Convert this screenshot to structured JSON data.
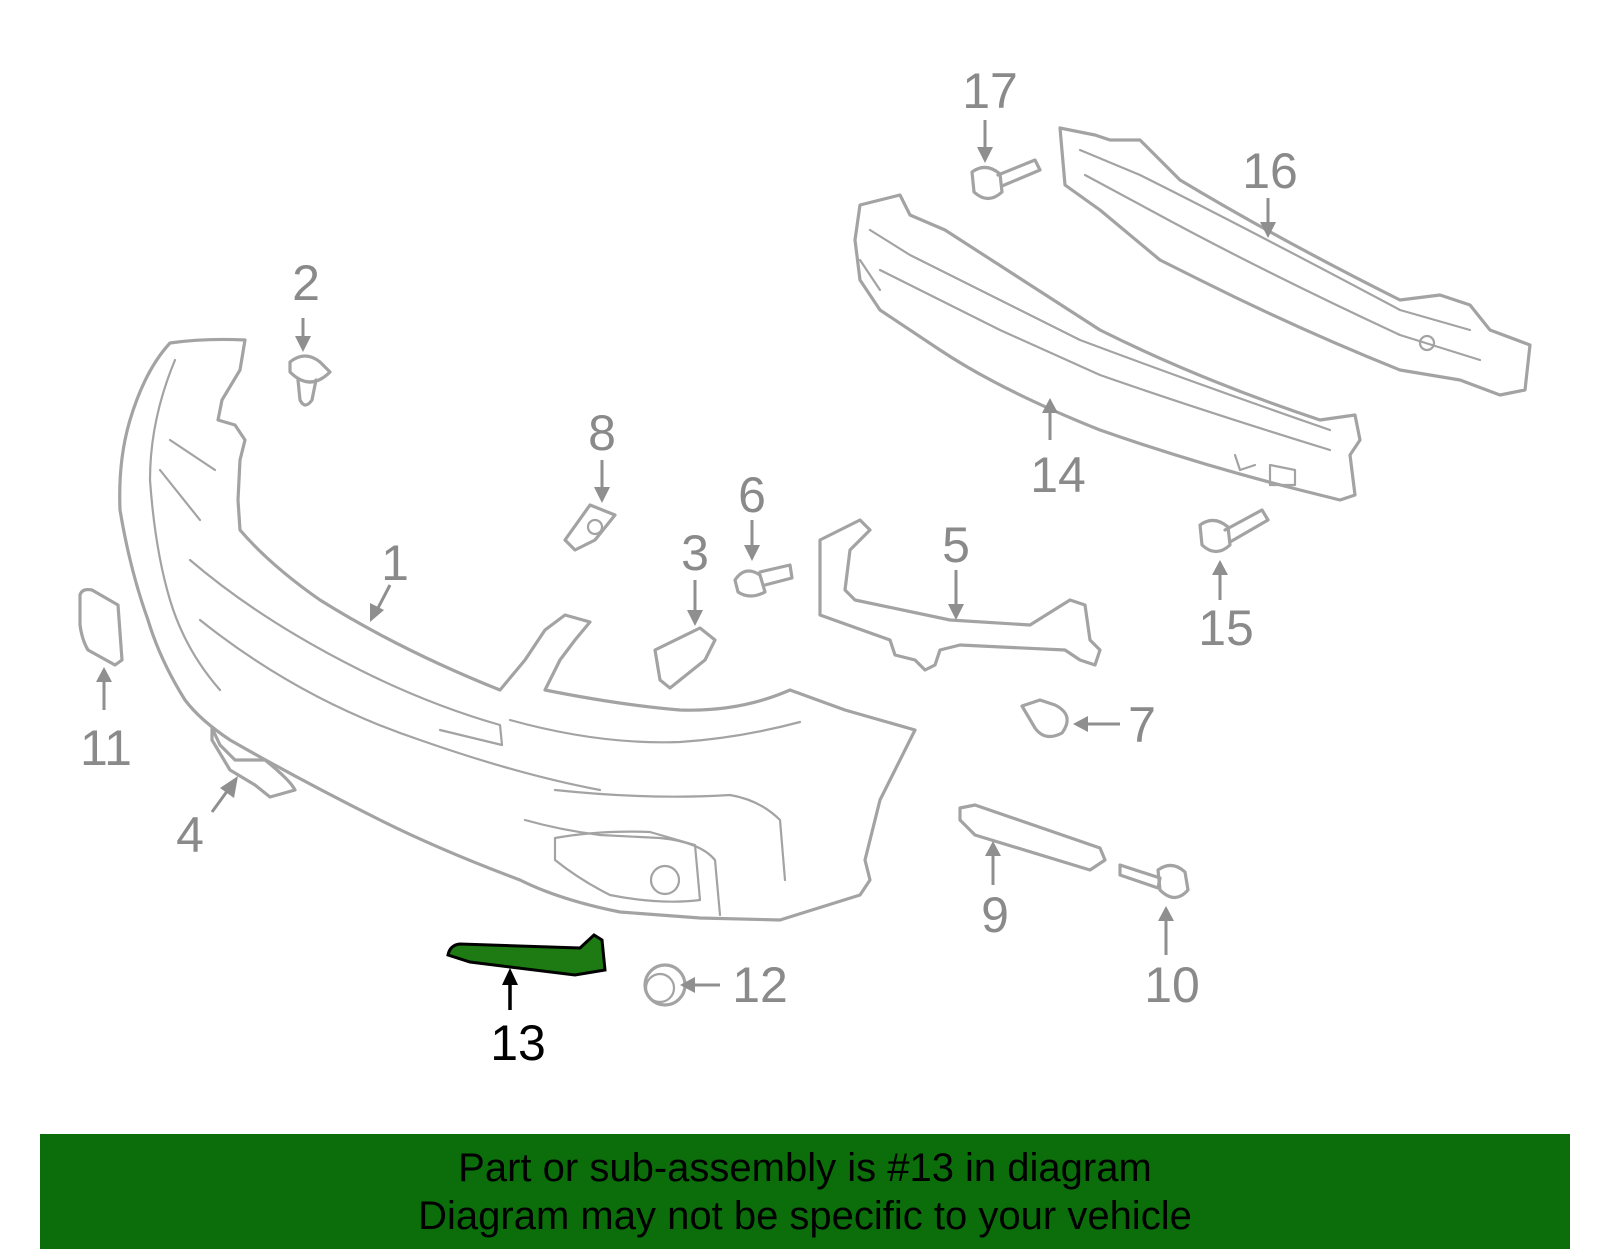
{
  "diagram": {
    "highlighted_part": "13",
    "highlight_color": "#1e7a12",
    "banner_color": "#0b6e0b",
    "callouts": [
      "1",
      "2",
      "3",
      "4",
      "5",
      "6",
      "7",
      "8",
      "9",
      "10",
      "11",
      "12",
      "13",
      "14",
      "15",
      "16",
      "17"
    ]
  },
  "banner": {
    "line1": "Part or sub-assembly is #13 in diagram",
    "line2": "Diagram may not be specific to your vehicle"
  }
}
